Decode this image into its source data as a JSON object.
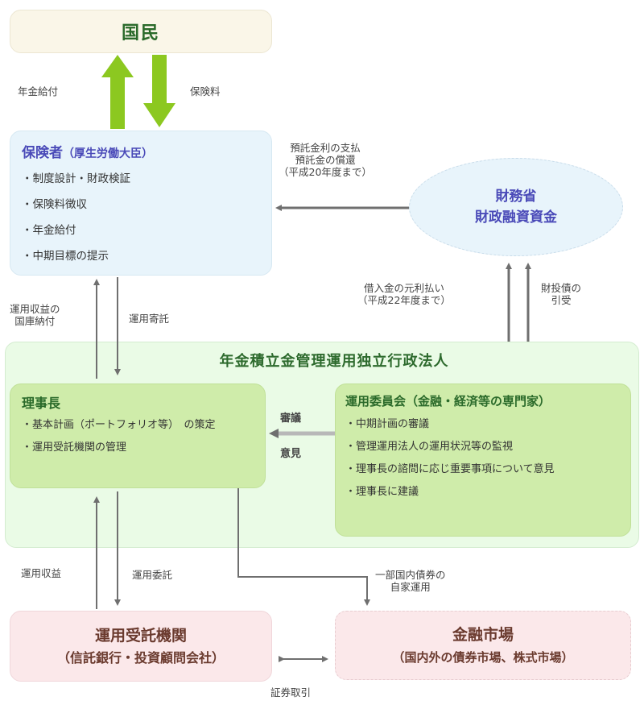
{
  "kokumin": {
    "label": "国民"
  },
  "flows_top": {
    "pension_payment": "年金給付",
    "premiums": "保険料"
  },
  "insurer": {
    "title": "保険者",
    "subtitle": "（厚生労働大臣）",
    "items": [
      "・制度設計・財政検証",
      "・保険料徴収",
      "・年金給付",
      "・中期目標の提示"
    ]
  },
  "mof": {
    "line1": "財務省",
    "line2": "財政融資資金"
  },
  "mof_to_insurer_label": {
    "line1": "預託金利の支払",
    "line2": "預託金の償還",
    "line3": "（平成20年度まで）"
  },
  "gpif_to_mof_labels": {
    "left": {
      "line1": "借入金の元利払い",
      "line2": "（平成22年度まで）"
    },
    "right": {
      "line1": "財投債の",
      "line2": "引受"
    }
  },
  "insurer_gpif_labels": {
    "up": {
      "line1": "運用収益の",
      "line2": "国庫納付"
    },
    "down": "運用寄託"
  },
  "gpif": {
    "title": "年金積立金管理運用独立行政法人"
  },
  "president": {
    "title": "理事長",
    "items": [
      "・基本計画（ポートフォリオ等）　の策定",
      "・運用受託機関の管理"
    ]
  },
  "committee_arrow_labels": {
    "top": "審議",
    "bottom": "意見"
  },
  "committee": {
    "title": "運用委員会（金融・経済等の専門家）",
    "items": [
      "・中期計画の審議",
      "・管理運用法人の運用状況等の監視",
      "・理事長の諮問に応じ重要事項について意見",
      "・理事長に建議"
    ]
  },
  "gpif_manager_labels": {
    "up": "運用収益",
    "down": "運用委託"
  },
  "direct_label": {
    "line1": "一部国内債券の",
    "line2": "自家運用"
  },
  "managers": {
    "line1": "運用受託機関",
    "line2": "（信託銀行・投資顧問会社）"
  },
  "market": {
    "line1": "金融市場",
    "line2": "（国内外の債券市場、株式市場）"
  },
  "trade_label": "証券取引",
  "colors": {
    "green_arrow": "#8cc820",
    "gray_arrow": "#777777",
    "title_green": "#2a6a2a",
    "title_blue": "#4a4ab8",
    "title_brown": "#6a3a2e"
  }
}
